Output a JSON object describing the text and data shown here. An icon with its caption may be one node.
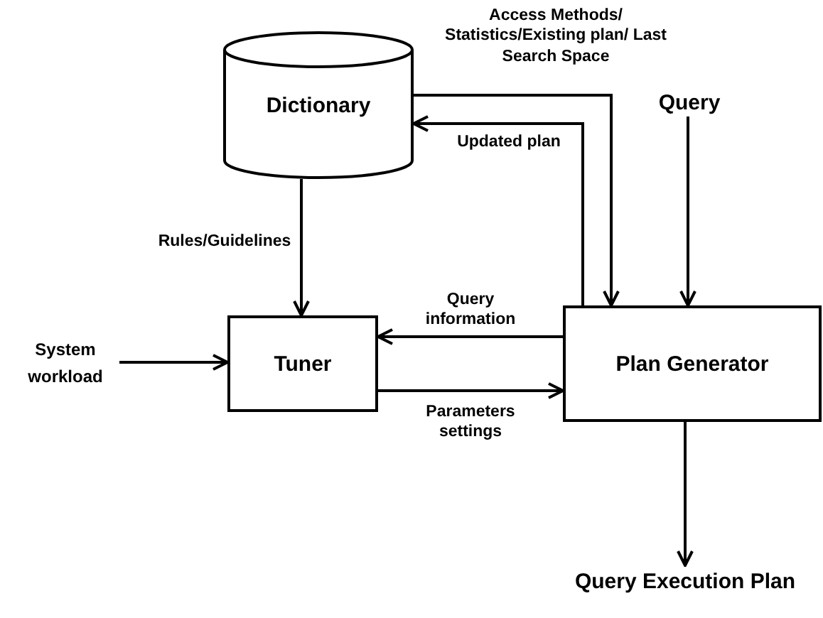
{
  "diagram": {
    "nodes": [
      {
        "text": [
          "Dictionary"
        ]
      },
      {
        "text": [
          "Query"
        ]
      },
      {
        "text": [
          "Tuner"
        ]
      },
      {
        "text": [
          "System workload"
        ]
      },
      {
        "text": [
          "Plan Generator"
        ]
      },
      {
        "text": [
          "Query Execution Plan"
        ]
      }
    ],
    "edges": [
      {
        "from": 0,
        "to": 4,
        "arrow": "to",
        "label": "Access Methods/ Statistics/Existing plan/ Last Search Space"
      },
      {
        "from": 4,
        "to": 0,
        "arrow": "to",
        "label": "Updated plan"
      },
      {
        "from": 1,
        "to": 4,
        "arrow": "to"
      },
      {
        "from": 0,
        "to": 2,
        "arrow": "to",
        "label": "Rules/Guidelines"
      },
      {
        "from": 3,
        "to": 2,
        "arrow": "to"
      },
      {
        "from": 4,
        "to": 2,
        "arrow": "to",
        "label": "Query information"
      },
      {
        "from": 2,
        "to": 4,
        "arrow": "to",
        "label": "Parameters settings"
      },
      {
        "from": 4,
        "to": 5,
        "arrow": "to"
      }
    ]
  }
}
